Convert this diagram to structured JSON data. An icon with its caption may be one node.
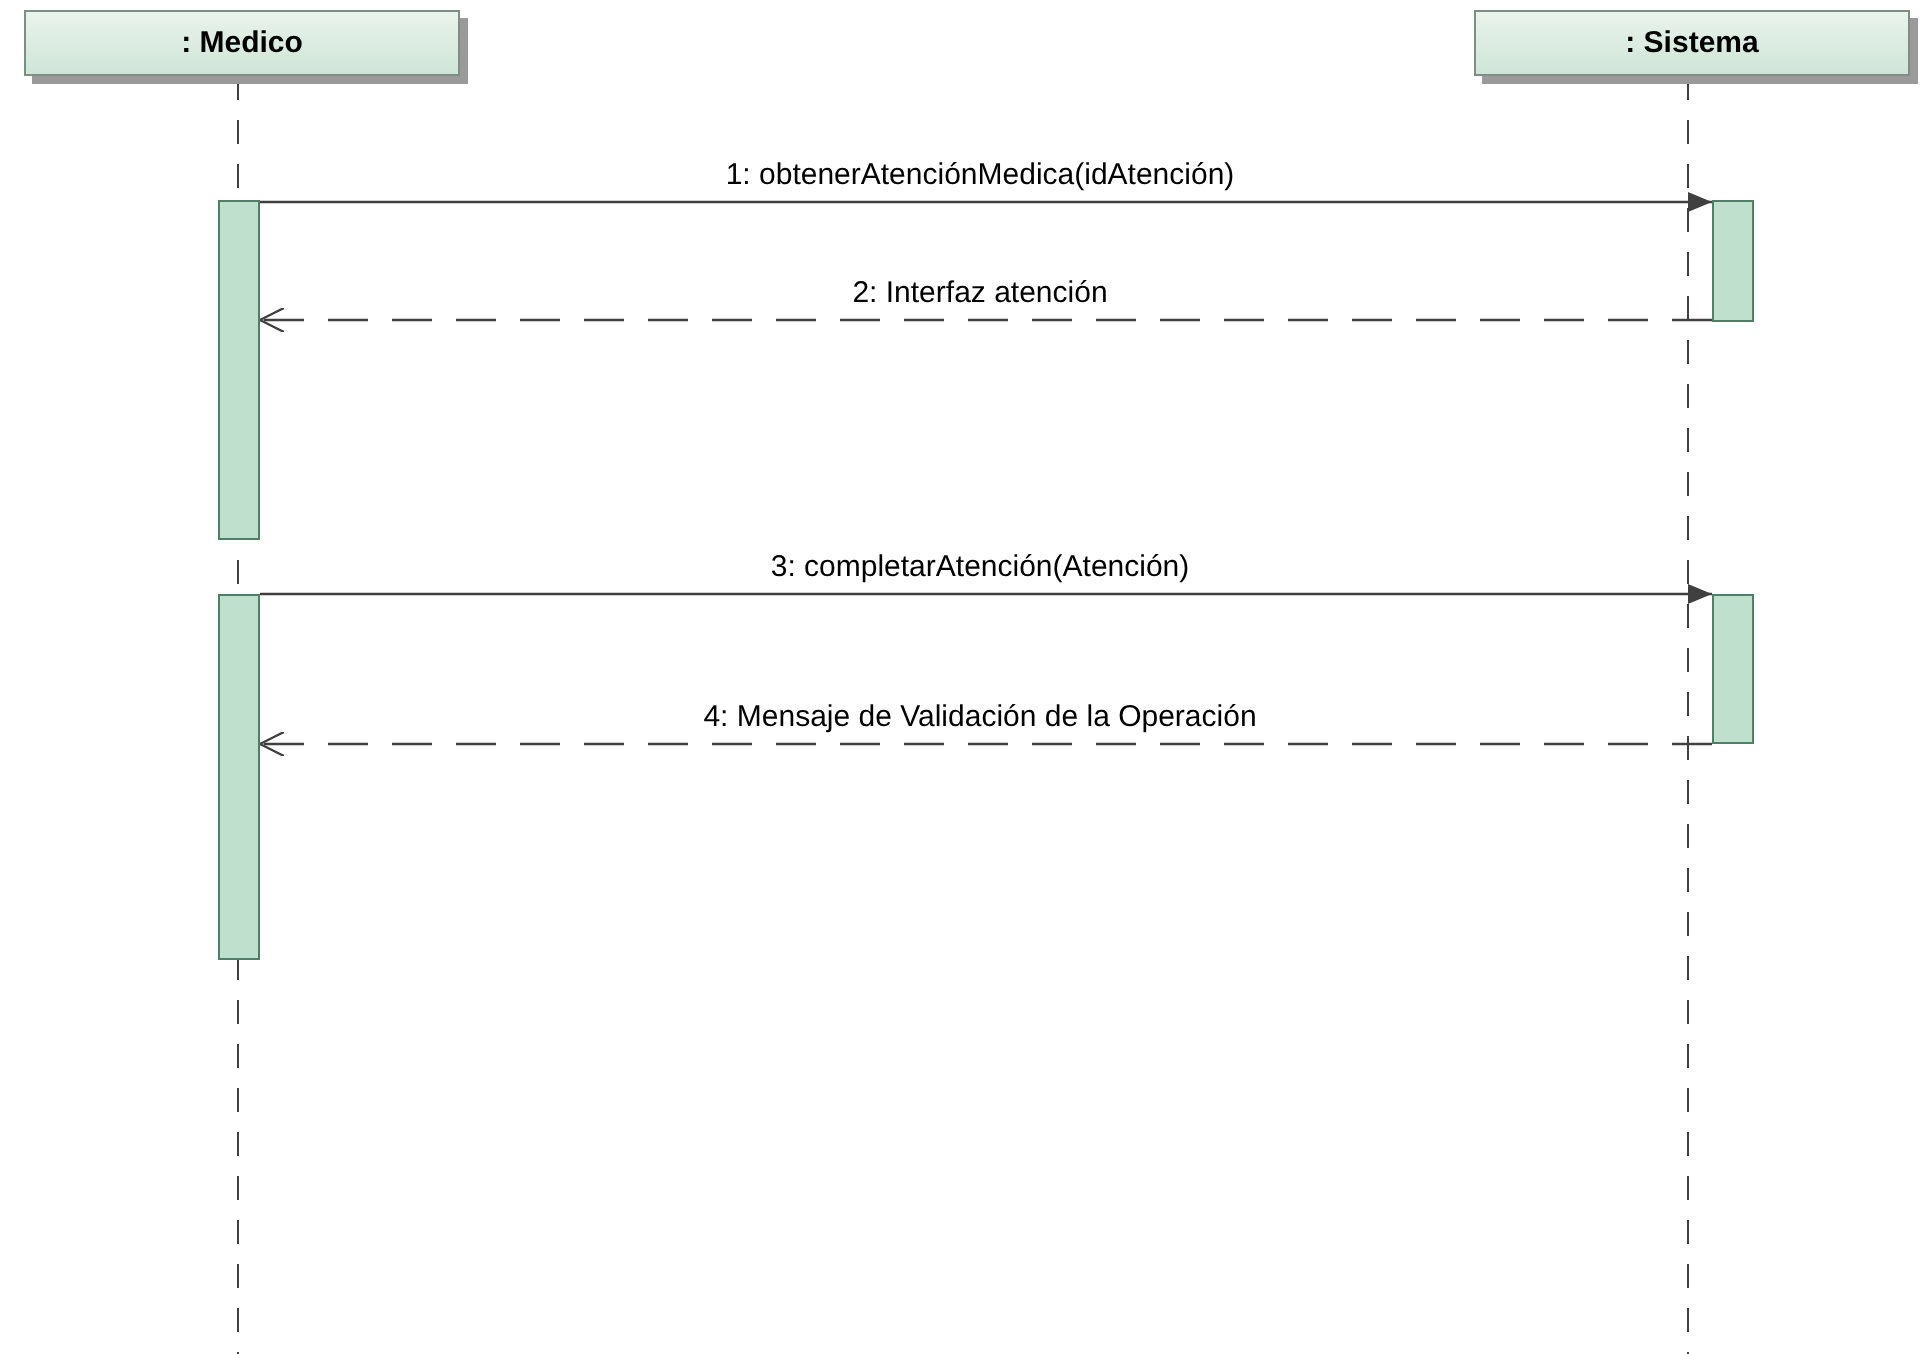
{
  "diagram": {
    "nodes": [
      {
        "text": [
          ": Medico"
        ]
      },
      {
        "text": [
          ": Sistema"
        ]
      },
      {
        "text": [],
        "shape": "bar"
      },
      {
        "text": [],
        "shape": "bar"
      },
      {
        "text": [],
        "shape": "bar"
      },
      {
        "text": [],
        "shape": "bar"
      }
    ],
    "edges": [
      {
        "from": 2,
        "to": 3,
        "arrow": "to",
        "label": "1: obtenerAtenciónMedica(idAtención)"
      },
      {
        "from": 3,
        "to": 2,
        "arrow": "to",
        "label": "2: Interfaz atención",
        "style": "dashed"
      },
      {
        "from": 4,
        "to": 5,
        "arrow": "to",
        "label": "3: completarAtención(Atención)"
      },
      {
        "from": 5,
        "to": 4,
        "arrow": "to",
        "label": "4: Mensaje de Validación de la Operación",
        "style": "dashed"
      }
    ]
  }
}
